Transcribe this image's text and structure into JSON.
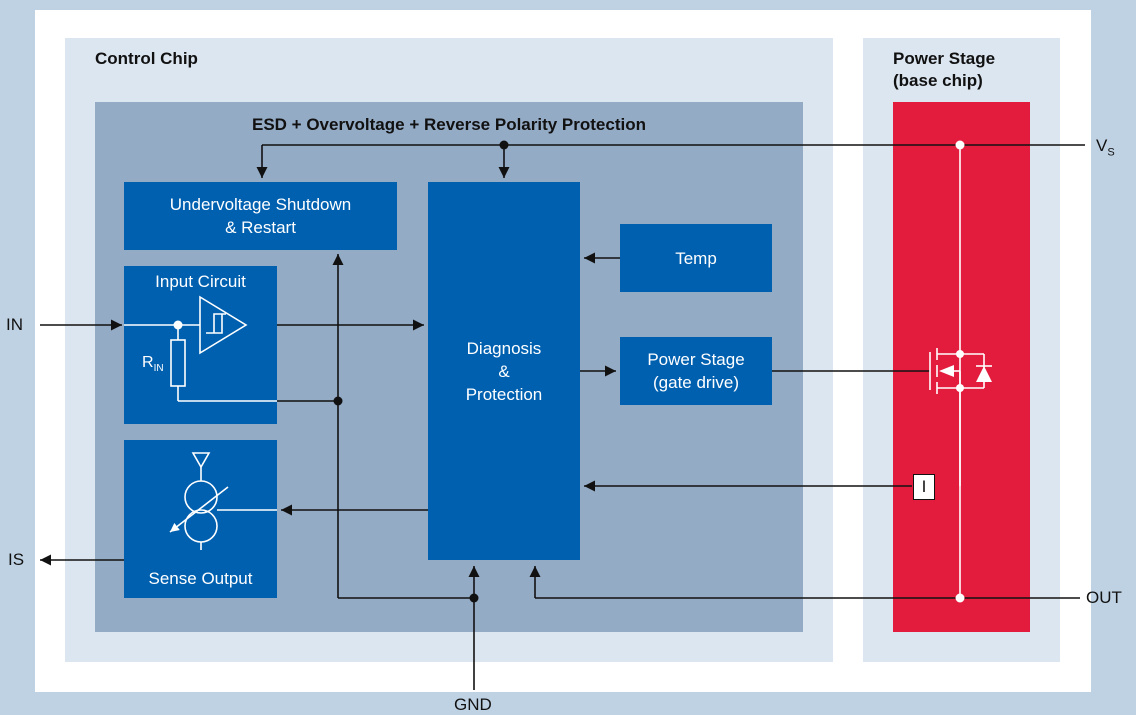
{
  "control_chip": {
    "title": "Control Chip"
  },
  "protection": {
    "title": "ESD + Overvoltage + Reverse Polarity Protection"
  },
  "power_stage_base": {
    "title": "Power Stage\n(base chip)"
  },
  "blocks": {
    "undervoltage": "Undervoltage Shutdown\n& Restart",
    "input_circuit": "Input Circuit",
    "sense_output": "Sense Output",
    "diagnosis": "Diagnosis\n&\nProtection",
    "temp": "Temp",
    "gate_drive": "Power Stage\n(gate drive)",
    "current_sense": "I"
  },
  "pins": {
    "in": "IN",
    "is": "IS",
    "vs": "V",
    "vs_sub": "S",
    "out": "OUT",
    "gnd": "GND"
  },
  "rin": {
    "main": "R",
    "sub": "IN"
  },
  "colors": {
    "background": "#bfd2e3",
    "block_blue": "#0060b0",
    "power_red": "#e31c3d",
    "protection_panel": "#94abc6"
  }
}
